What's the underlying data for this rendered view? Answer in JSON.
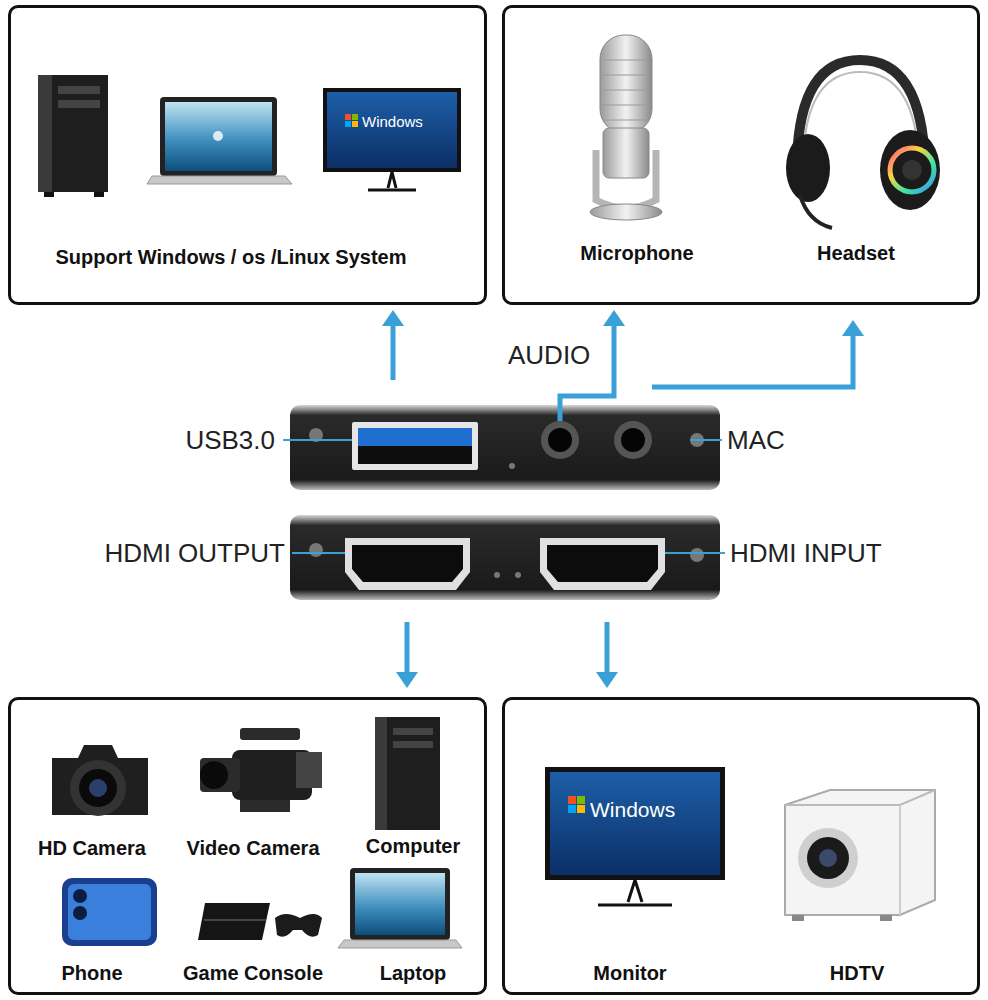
{
  "diagram": {
    "nodes": [
      {
        "text": [
          "Support Windows / os /Linux System"
        ]
      },
      {
        "text": [
          "Microphone",
          "Headset"
        ]
      },
      {
        "text": [
          "HD Camera",
          "Video Camera",
          "Computer",
          "Phone",
          "Game Console",
          "Laptop"
        ]
      },
      {
        "text": [
          "Monitor",
          "HDTV"
        ]
      }
    ],
    "labels": [
      "USB3.0",
      "AUDIO",
      "MAC",
      "HDMI OUTPUT",
      "HDMI INPUT",
      "Windows",
      "Windows"
    ]
  }
}
